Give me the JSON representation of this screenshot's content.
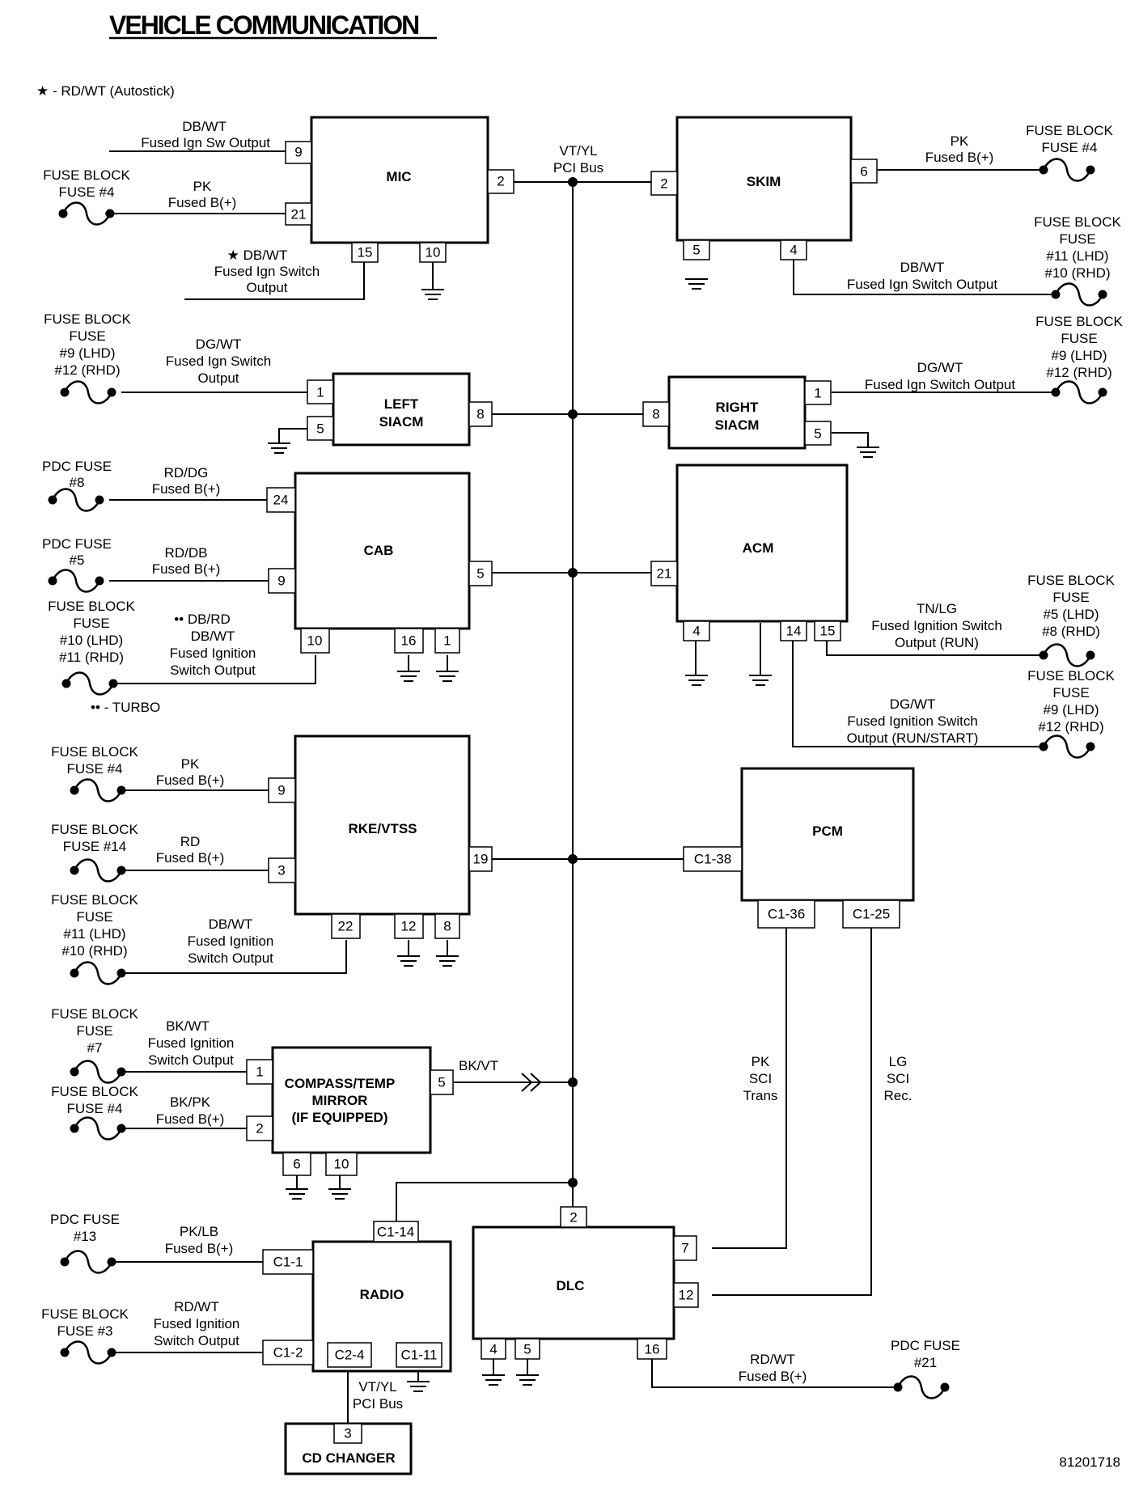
{
  "title": "VEHICLE COMMUNICATION",
  "diagram_id": "81201718",
  "notes": {
    "star": "★ - RD/WT (Autostick)",
    "turbo": "•• - TURBO"
  },
  "modules": {
    "mic": "MIC",
    "skim": "SKIM",
    "left_siacm": [
      "LEFT",
      "SIACM"
    ],
    "right_siacm": [
      "RIGHT",
      "SIACM"
    ],
    "cab": "CAB",
    "acm": "ACM",
    "rke": "RKE/VTSS",
    "pcm": "PCM",
    "mirror": [
      "COMPASS/TEMP",
      "MIRROR",
      "(IF EQUIPPED)"
    ],
    "radio": "RADIO",
    "dlc": "DLC",
    "cd": "CD CHANGER"
  },
  "bus": {
    "main": [
      "VT/YL",
      "PCI Bus"
    ],
    "radio": [
      "VT/YL",
      "PCI Bus"
    ],
    "mirror": "BK/VT"
  },
  "labels": {
    "mic_p9": [
      "DB/WT",
      "Fused Ign Sw Output"
    ],
    "mic_p21": [
      "PK",
      "Fused B(+)"
    ],
    "mic_p15": [
      "★ DB/WT",
      "Fused Ign Switch",
      "Output"
    ],
    "skim_p6": [
      "PK",
      "Fused B(+)"
    ],
    "skim_p4": [
      "DB/WT",
      "Fused Ign Switch Output"
    ],
    "lsiacm_p1": [
      "DG/WT",
      "Fused Ign Switch",
      "Output"
    ],
    "rsiacm_p1": [
      "DG/WT",
      "Fused Ign Switch Output"
    ],
    "cab_p24": [
      "RD/DG",
      "Fused B(+)"
    ],
    "cab_p9": [
      "RD/DB",
      "Fused B(+)"
    ],
    "cab_p10": [
      "•• DB/RD",
      "DB/WT",
      "Fused Ignition",
      "Switch Output"
    ],
    "acm_p15": [
      "TN/LG",
      "Fused Ignition Switch",
      "Output (RUN)"
    ],
    "acm_p14": [
      "DG/WT",
      "Fused Ignition Switch",
      "Output (RUN/START)"
    ],
    "rke_p9": [
      "PK",
      "Fused B(+)"
    ],
    "rke_p3": [
      "RD",
      "Fused B(+)"
    ],
    "rke_p22": [
      "DB/WT",
      "Fused Ignition",
      "Switch Output"
    ],
    "mir_p1": [
      "BK/WT",
      "Fused Ignition",
      "Switch Output"
    ],
    "mir_p2": [
      "BK/PK",
      "Fused B(+)"
    ],
    "radio_c11": [
      "PK/LB",
      "Fused B(+)"
    ],
    "radio_c12": [
      "RD/WT",
      "Fused Ignition",
      "Switch Output"
    ],
    "dlc_p16": [
      "RD/WT",
      "Fused B(+)"
    ],
    "pk_sci": [
      "PK",
      "SCI",
      "Trans"
    ],
    "lg_sci": [
      "LG",
      "SCI",
      "Rec."
    ]
  },
  "fuses": {
    "mic_p21": [
      "FUSE BLOCK",
      "FUSE #4"
    ],
    "skim_p6": [
      "FUSE BLOCK",
      "FUSE #4"
    ],
    "skim_p4": [
      "FUSE BLOCK",
      "FUSE",
      "#11 (LHD)",
      "#10 (RHD)"
    ],
    "lsiacm": [
      "FUSE BLOCK",
      "FUSE",
      "#9 (LHD)",
      "#12 (RHD)"
    ],
    "rsiacm": [
      "FUSE BLOCK",
      "FUSE",
      "#9 (LHD)",
      "#12 (RHD)"
    ],
    "cab_p24": [
      "PDC FUSE",
      "#8"
    ],
    "cab_p9": [
      "PDC FUSE",
      "#5"
    ],
    "cab_p10": [
      "FUSE BLOCK",
      "FUSE",
      "#10 (LHD)",
      "#11 (RHD)"
    ],
    "acm_p15": [
      "FUSE BLOCK",
      "FUSE",
      "#5 (LHD)",
      "#8 (RHD)"
    ],
    "acm_p14": [
      "FUSE BLOCK",
      "FUSE",
      "#9 (LHD)",
      "#12 (RHD)"
    ],
    "rke_p9": [
      "FUSE BLOCK",
      "FUSE #4"
    ],
    "rke_p3": [
      "FUSE BLOCK",
      "FUSE #14"
    ],
    "rke_p22": [
      "FUSE BLOCK",
      "FUSE",
      "#11 (LHD)",
      "#10 (RHD)"
    ],
    "mir_p1": [
      "FUSE BLOCK",
      "FUSE",
      "#7"
    ],
    "mir_p2": [
      "FUSE BLOCK",
      "FUSE #4"
    ],
    "radio_c11": [
      "PDC FUSE",
      "#13"
    ],
    "radio_c12": [
      "FUSE BLOCK",
      "FUSE #3"
    ],
    "dlc_p16": [
      "PDC FUSE",
      "#21"
    ]
  },
  "pins": {
    "mic": [
      "9",
      "21",
      "2",
      "15",
      "10"
    ],
    "skim": [
      "2",
      "6",
      "5",
      "4"
    ],
    "left_siacm": [
      "1",
      "5",
      "8"
    ],
    "right_siacm": [
      "8",
      "1",
      "5"
    ],
    "cab": [
      "24",
      "9",
      "5",
      "10",
      "16",
      "1"
    ],
    "acm": [
      "21",
      "4",
      "14",
      "15"
    ],
    "rke": [
      "9",
      "3",
      "19",
      "22",
      "12",
      "8"
    ],
    "pcm": [
      "C1-38",
      "C1-36",
      "C1-25"
    ],
    "mirror": [
      "1",
      "2",
      "5",
      "6",
      "10"
    ],
    "radio": [
      "C1-14",
      "C1-1",
      "C1-2",
      "C2-4",
      "C1-11"
    ],
    "dlc": [
      "2",
      "7",
      "12",
      "4",
      "5",
      "16"
    ],
    "cd": [
      "3"
    ]
  }
}
